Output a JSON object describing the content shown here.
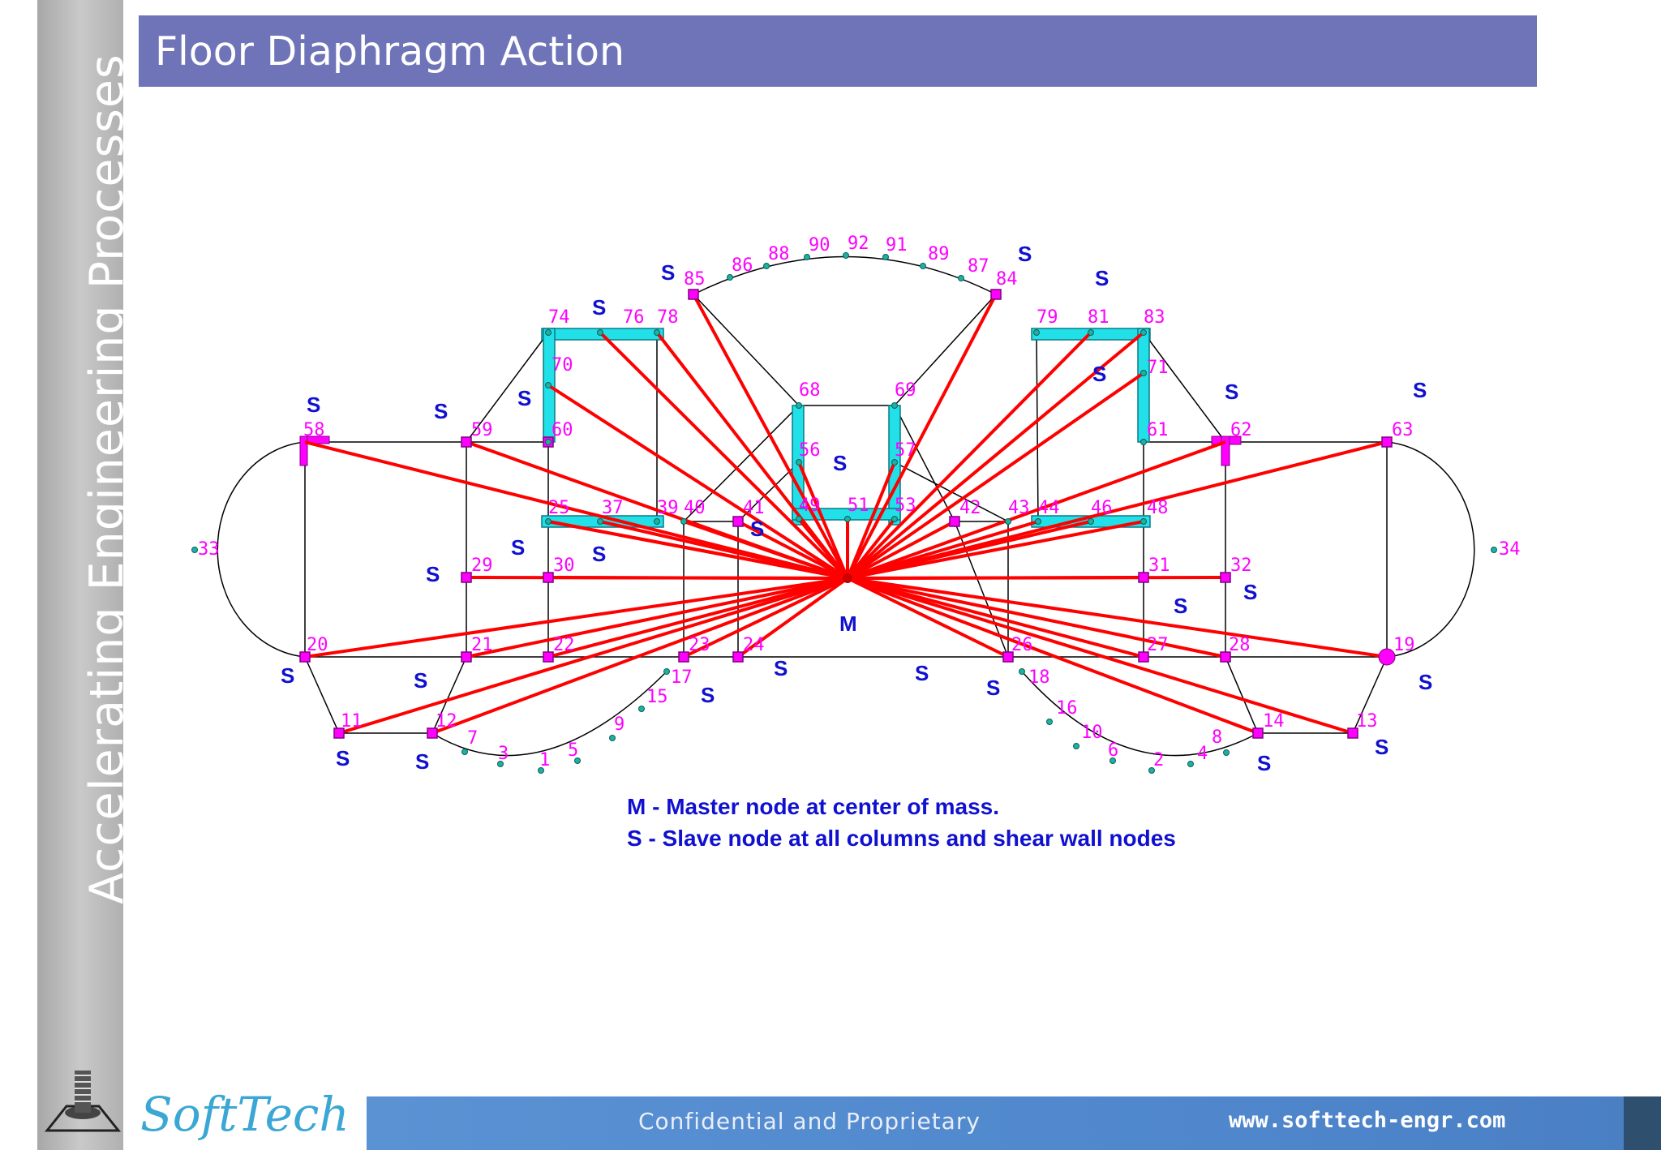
{
  "sidebar": {
    "text": "Accelerating Engineering Processes"
  },
  "title": "Floor Diaphragm Action",
  "diagram": {
    "colors": {
      "link": "#ff0000",
      "outline": "#000000",
      "node_label": "#ff00ff",
      "slave_label": "#1010d0",
      "wall": "#22e0e8",
      "column": "#ff00ff",
      "small_node": "#20b0a0"
    },
    "master_label": "M",
    "slave_label": "S",
    "node_labels": [
      "1",
      "2",
      "3",
      "4",
      "5",
      "6",
      "7",
      "8",
      "9",
      "10",
      "11",
      "12",
      "13",
      "14",
      "15",
      "16",
      "17",
      "18",
      "19",
      "20",
      "21",
      "22",
      "23",
      "24",
      "25",
      "26",
      "27",
      "28",
      "29",
      "30",
      "31",
      "32",
      "33",
      "34",
      "37",
      "39",
      "40",
      "41",
      "42",
      "43",
      "44",
      "46",
      "48",
      "49",
      "51",
      "53",
      "56",
      "57",
      "58",
      "59",
      "60",
      "61",
      "62",
      "63",
      "68",
      "69",
      "70",
      "71",
      "74",
      "76",
      "78",
      "79",
      "81",
      "83",
      "84",
      "85",
      "86",
      "87",
      "88",
      "89",
      "90",
      "91",
      "92"
    ],
    "legend": [
      "M - Master node at center of mass.",
      "S - Slave node at all columns and shear wall nodes"
    ]
  },
  "footer": {
    "brand": "SoftTech",
    "left_text": "Confidential and Proprietary",
    "right_text": "www.softtech-engr.com"
  }
}
